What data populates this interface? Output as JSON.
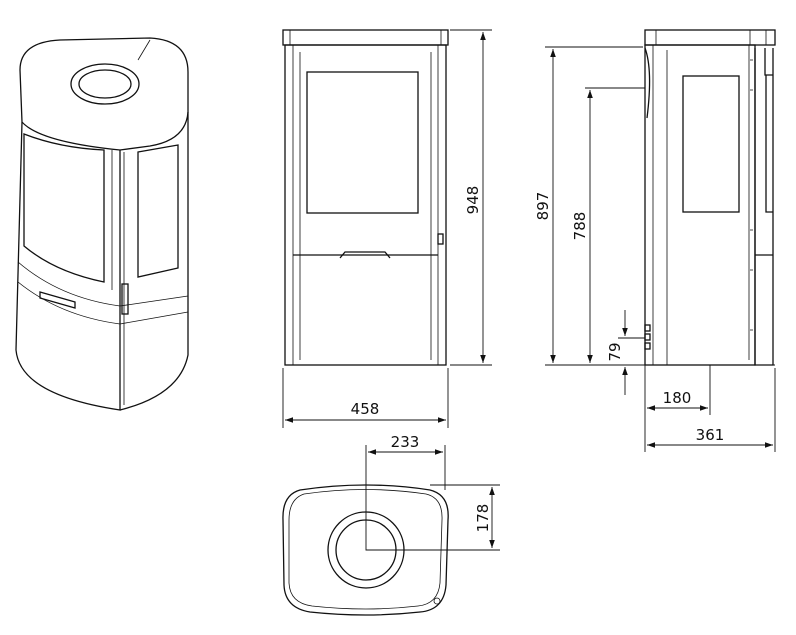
{
  "drawing": {
    "title": "Stove dimension drawing",
    "dimensions": {
      "width_front": "458",
      "height_total": "948",
      "height_flue_rear": "897",
      "height_air_inlet": "788",
      "height_external_air": "79",
      "depth_flue_center": "180",
      "depth_total": "361",
      "top_flue_offset": "233",
      "top_flue_depth": "178"
    },
    "line_color": "#111111",
    "background": "#ffffff"
  }
}
